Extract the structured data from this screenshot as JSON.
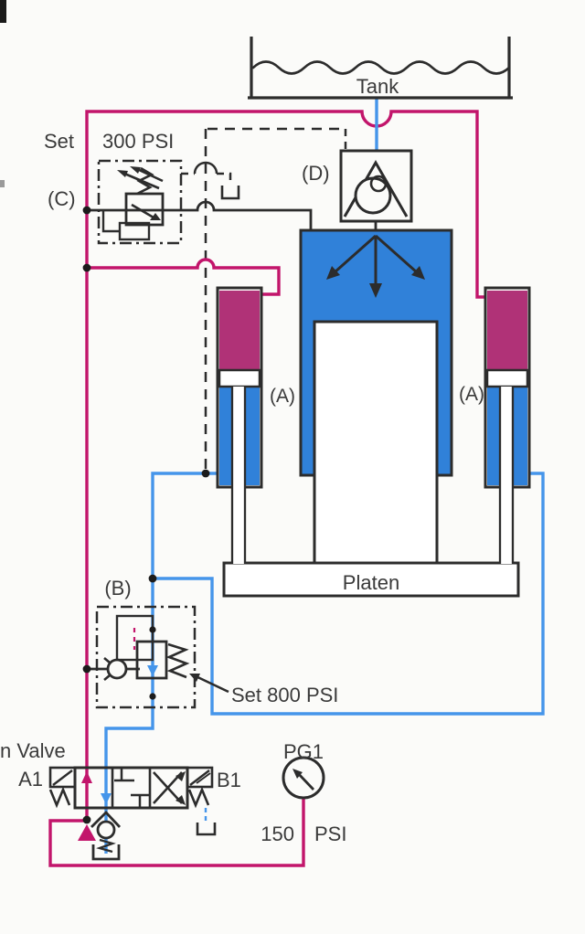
{
  "diagram": {
    "tank": {
      "label": "Tank"
    },
    "prefill_valve_d": {
      "label": "(D)"
    },
    "relief_valve_c": {
      "label": "(C)",
      "set_label": "Set",
      "pressure": "300 PSI"
    },
    "cylinder_left": {
      "label": "(A)"
    },
    "cylinder_right": {
      "label": "(A)"
    },
    "platen": {
      "label": "Platen"
    },
    "counterbalance_valve_b": {
      "label": "(B)",
      "setting": "Set 800 PSI"
    },
    "directional_valve": {
      "caption": "n Valve",
      "solenoid_left": "A1",
      "solenoid_right": "B1"
    },
    "gauge": {
      "label": "PG1",
      "value": "150",
      "unit": "PSI"
    },
    "colors": {
      "pressure_line": "#c2156b",
      "cylinder_cap_fill": "#b03277",
      "return_line": "#4595ea",
      "fluid_fill": "#3081d9",
      "schematic_black": "#2c2c2c"
    }
  }
}
